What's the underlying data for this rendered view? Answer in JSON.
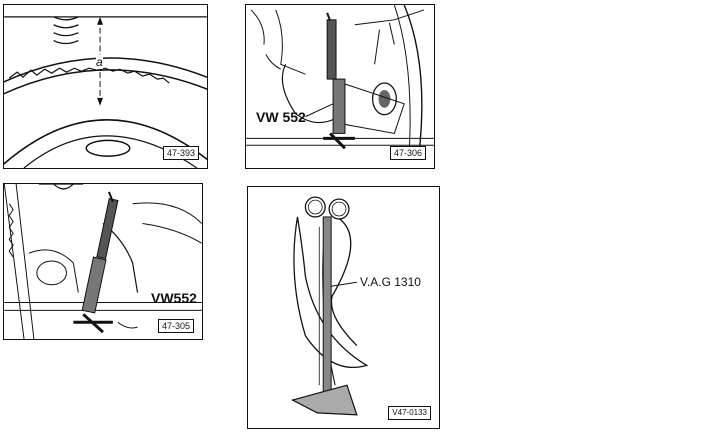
{
  "figures": [
    {
      "id": "fig1",
      "ref": "47-393",
      "dimension_label": "a"
    },
    {
      "id": "fig2",
      "ref": "47-306",
      "tool_label": "VW 552"
    },
    {
      "id": "fig3",
      "ref": "47-305",
      "tool_label": "VW552"
    },
    {
      "id": "fig4",
      "ref": "V47-0133",
      "tool_label": "V.A.G 1310"
    }
  ]
}
